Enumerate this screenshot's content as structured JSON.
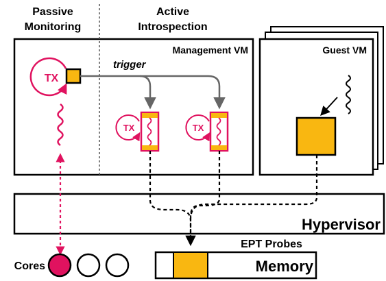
{
  "sections": {
    "passive": [
      "Passive",
      "Monitoring"
    ],
    "active": [
      "Active",
      "Introspection"
    ]
  },
  "management_vm": {
    "label": "Management VM"
  },
  "guest_vm": {
    "label": "Guest VM"
  },
  "hypervisor": {
    "label": "Hypervisor"
  },
  "ept": {
    "label": "EPT Probes"
  },
  "memory": {
    "label": "Memory"
  },
  "cores": {
    "label": "Cores"
  },
  "tx_label": "TX",
  "trigger_label": "trigger",
  "colors": {
    "tx_magenta": "#e0125f",
    "probe_yellow": "#f9b711",
    "arrow_gray": "#666666",
    "outline": "#000000"
  }
}
